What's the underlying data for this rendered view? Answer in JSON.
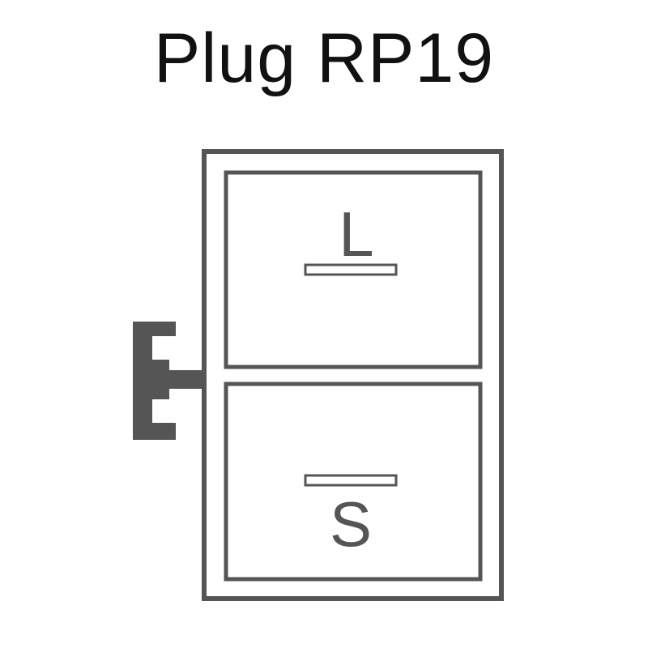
{
  "title": "Plug RP19",
  "colors": {
    "outline": "#555555",
    "title_text": "#111111",
    "background": "#ffffff"
  },
  "pins": [
    {
      "label": "L"
    },
    {
      "label": "S"
    }
  ]
}
